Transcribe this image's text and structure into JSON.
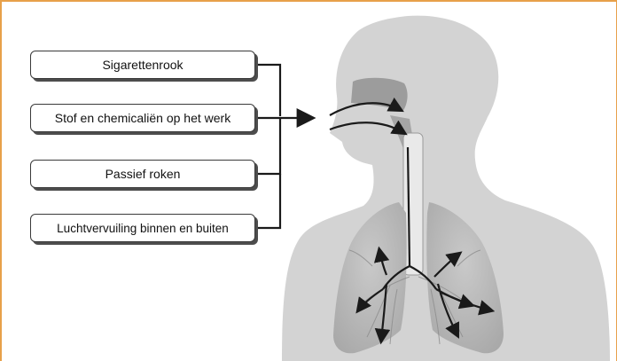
{
  "causes": [
    {
      "label": "Sigarettenrook"
    },
    {
      "label": "Stof en chemicaliën op het werk"
    },
    {
      "label": "Passief roken"
    },
    {
      "label": "Luchtvervuiling binnen en buiten"
    }
  ],
  "colors": {
    "frame_border": "#e8a04a",
    "silhouette": "#cfcfcf",
    "lungs": "#b9b9b9",
    "airway": "#9e9e9e",
    "arrows": "#1a1a1a"
  },
  "icons": {
    "figure": "human-respiratory-system",
    "flow": "airflow-arrows"
  }
}
